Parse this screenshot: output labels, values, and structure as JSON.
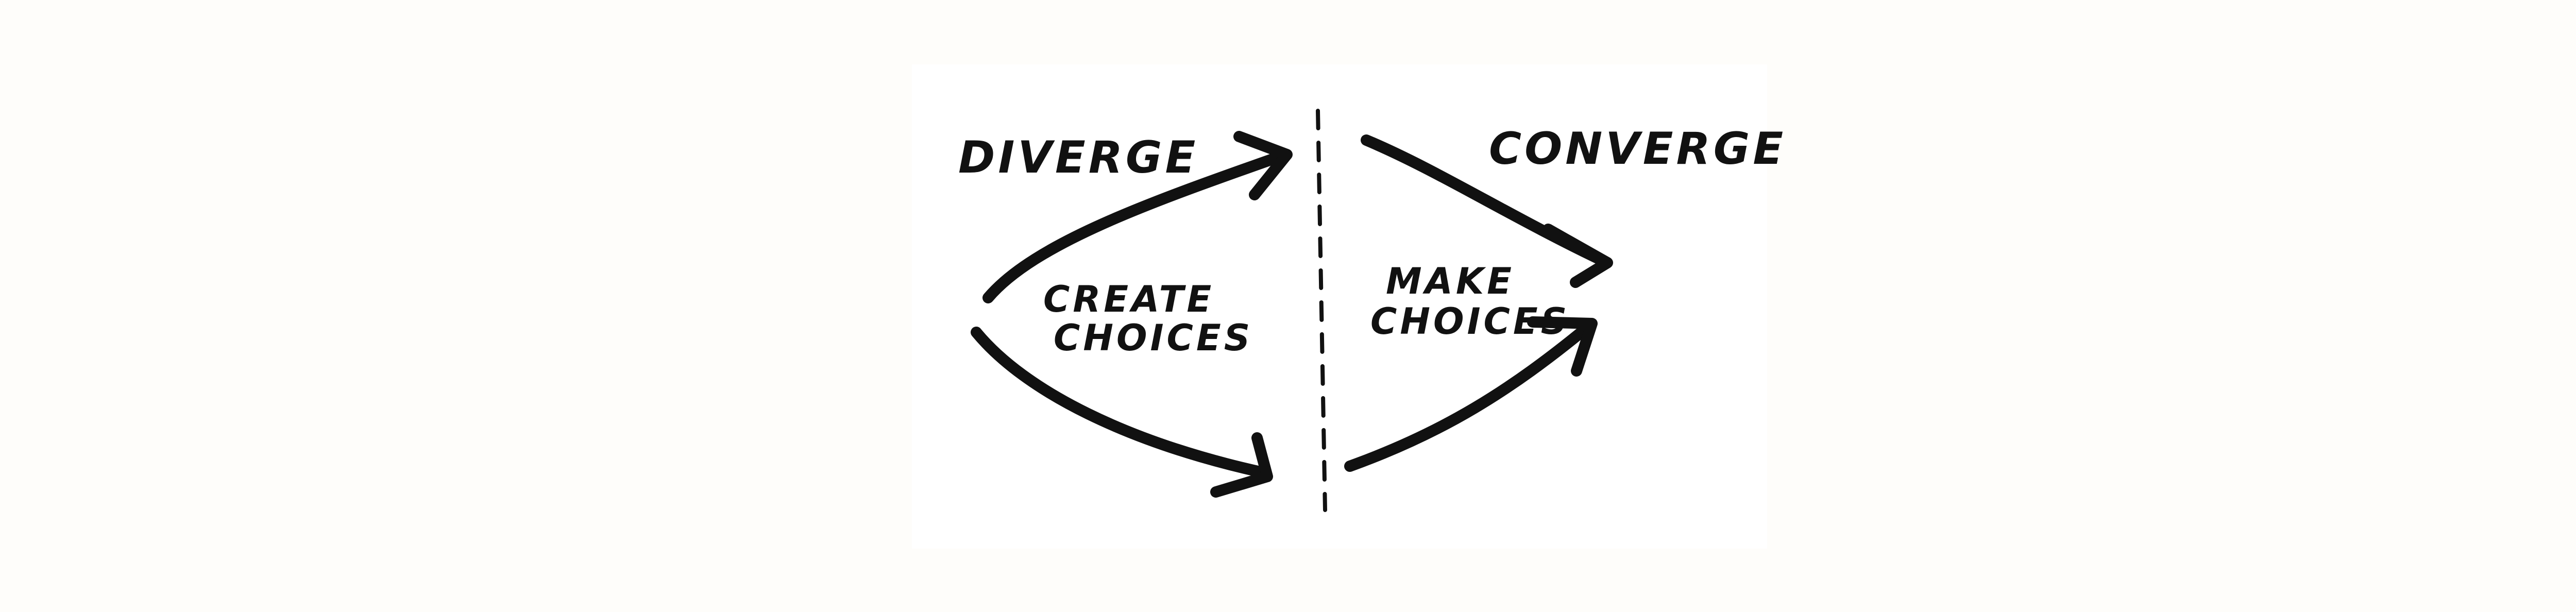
{
  "diagram": {
    "left_title": "Diverge",
    "left_sub_line1": "Create",
    "left_sub_line2": "Choices",
    "right_title": "Converge",
    "right_sub_line1": "Make",
    "right_sub_line2": "Choices"
  },
  "colors": {
    "ink": "#111111",
    "paper": "#ffffff",
    "background": "#fefdfa"
  }
}
